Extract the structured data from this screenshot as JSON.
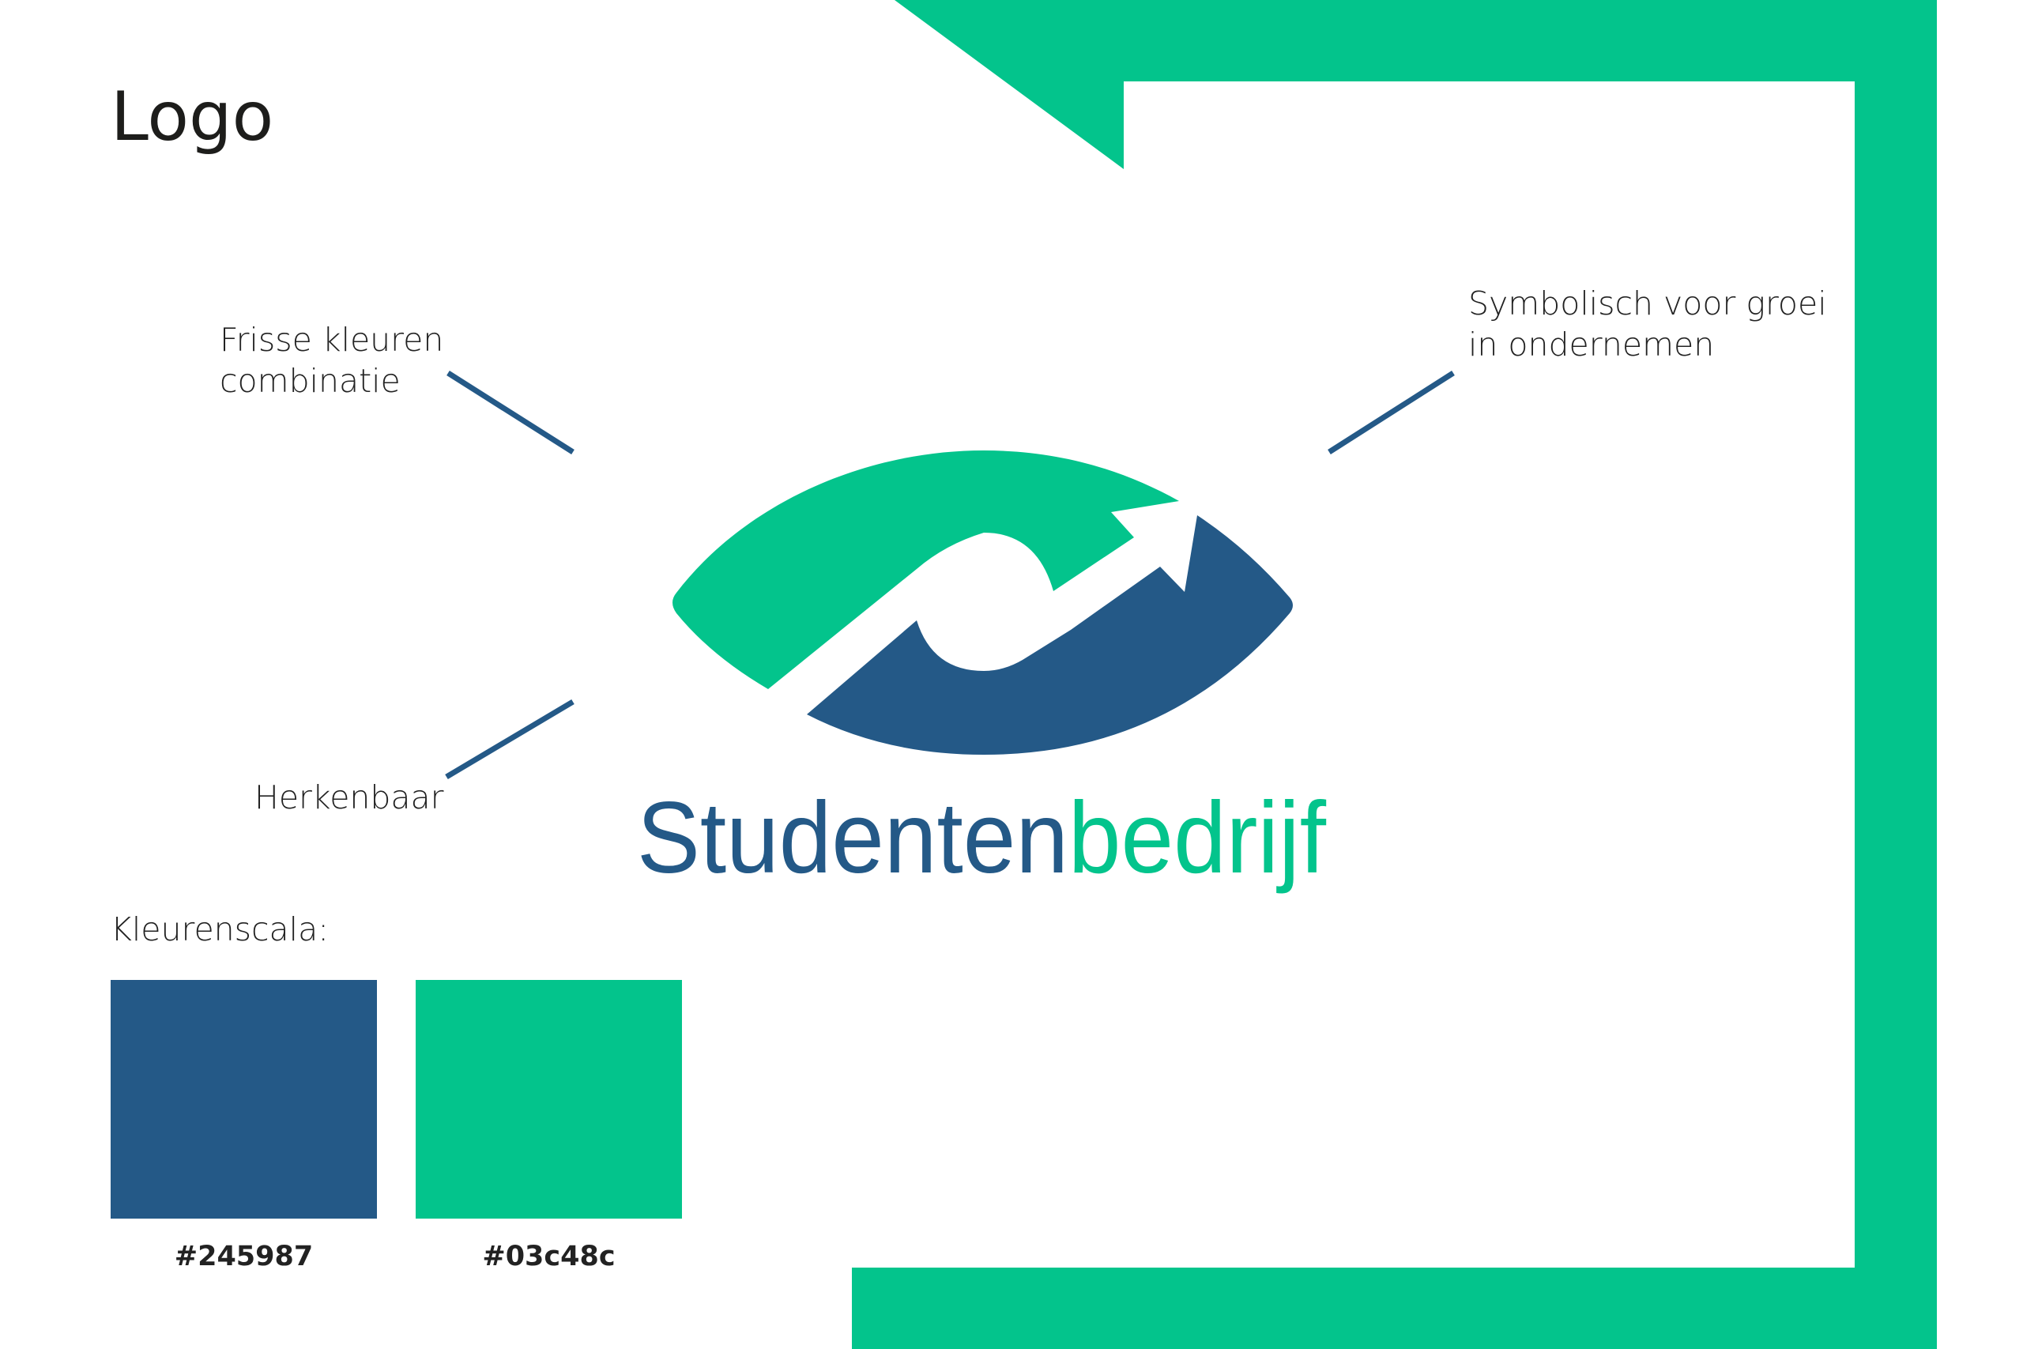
{
  "page": {
    "title": "Logo",
    "annotations": {
      "fresh_colors": [
        "Frisse kleuren",
        "combinatie"
      ],
      "recognizable": "Herkenbaar",
      "growth": [
        "Symbolisch voor groei",
        "in ondernemen"
      ]
    },
    "logo": {
      "word_part1": "Studenten",
      "word_part2": "bedrijf"
    },
    "palette": {
      "heading": "Kleurenscala:",
      "swatches": [
        {
          "label": "#245987",
          "color": "#245987"
        },
        {
          "label": "#03c48c",
          "color": "#03c48c"
        }
      ]
    }
  },
  "colors": {
    "blue": "#245987",
    "green": "#03c48c"
  }
}
